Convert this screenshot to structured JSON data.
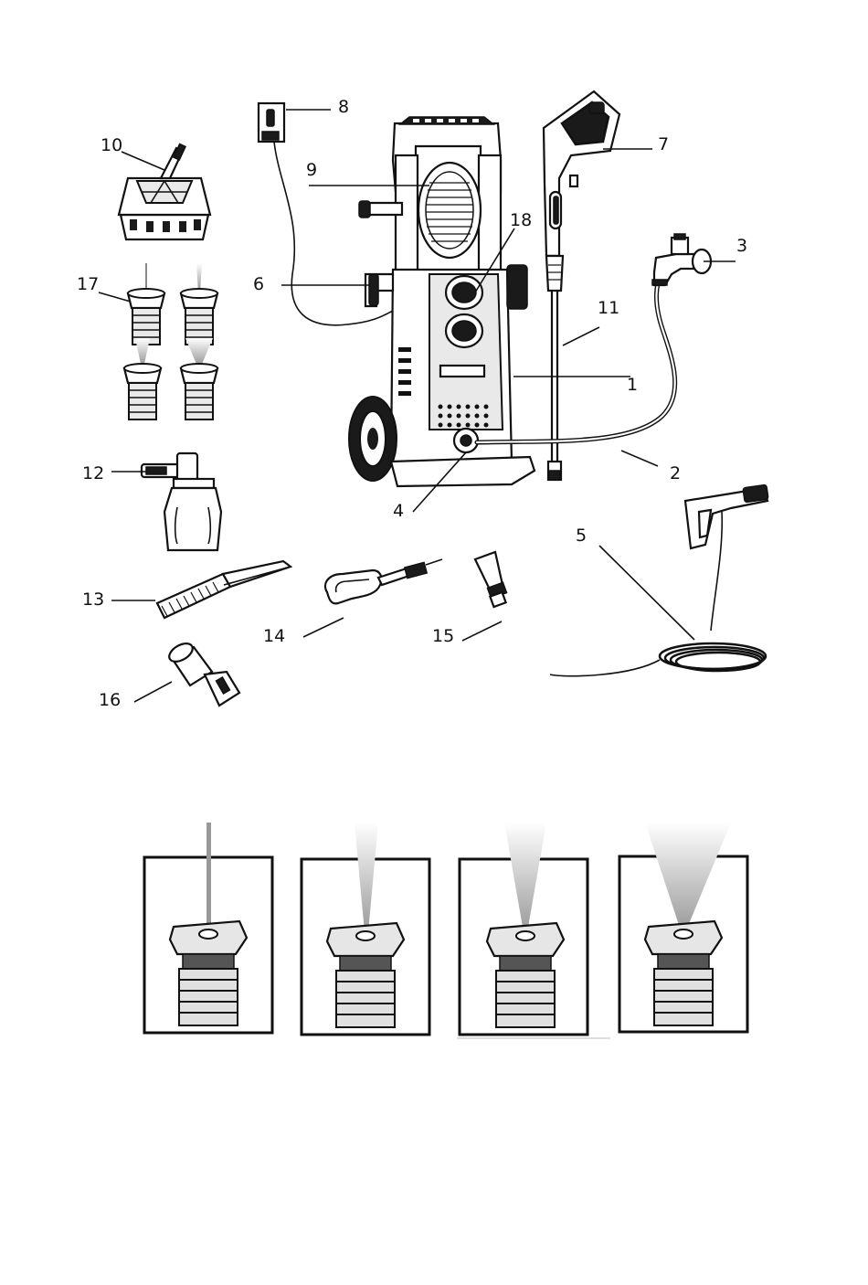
{
  "callouts": [
    {
      "num": "1"
    },
    {
      "num": "2"
    },
    {
      "num": "3"
    },
    {
      "num": "4"
    },
    {
      "num": "5"
    },
    {
      "num": "6"
    },
    {
      "num": "7"
    },
    {
      "num": "8"
    },
    {
      "num": "9"
    },
    {
      "num": "10"
    },
    {
      "num": "11"
    },
    {
      "num": "12"
    },
    {
      "num": "13"
    },
    {
      "num": "14"
    },
    {
      "num": "15"
    },
    {
      "num": "16"
    },
    {
      "num": "17"
    },
    {
      "num": "18"
    }
  ],
  "nozzle_panels": [
    {
      "spray": "jet"
    },
    {
      "spray": "narrow"
    },
    {
      "spray": "medium"
    },
    {
      "spray": "wide"
    }
  ]
}
